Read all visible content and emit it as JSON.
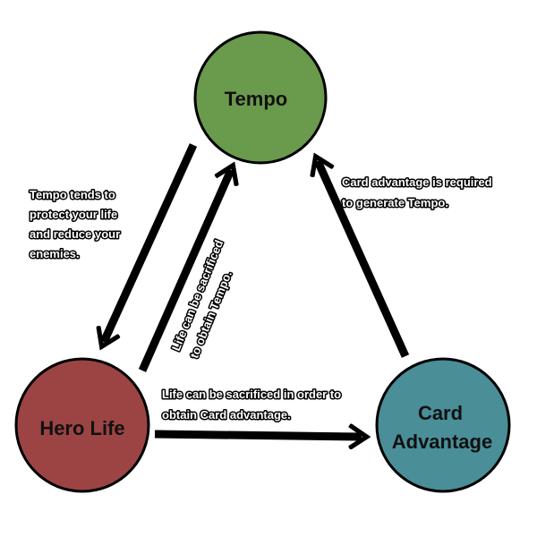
{
  "nodes": {
    "tempo": {
      "label": "Tempo",
      "color": "#6a9a4c"
    },
    "hero_life": {
      "label": "Hero Life",
      "color": "#9c4444"
    },
    "card_advantage": {
      "label_line1": "Card",
      "label_line2": "Advantage",
      "color": "#4a8e98"
    }
  },
  "annotations": {
    "tempo_to_life": [
      "Tempo tends to",
      "protect your life",
      "and reduce your",
      "enemies."
    ],
    "life_to_tempo": [
      "Life can be sacrificed",
      "to obtain Tempo."
    ],
    "card_to_tempo": [
      "Card advantage is required",
      "to generate Tempo."
    ],
    "life_to_card": [
      "Life can be sacrificed in order to",
      "obtain Card advantage."
    ]
  },
  "colors": {
    "arrow": "#000000",
    "outline": "#000000",
    "background": "#ffffff"
  }
}
